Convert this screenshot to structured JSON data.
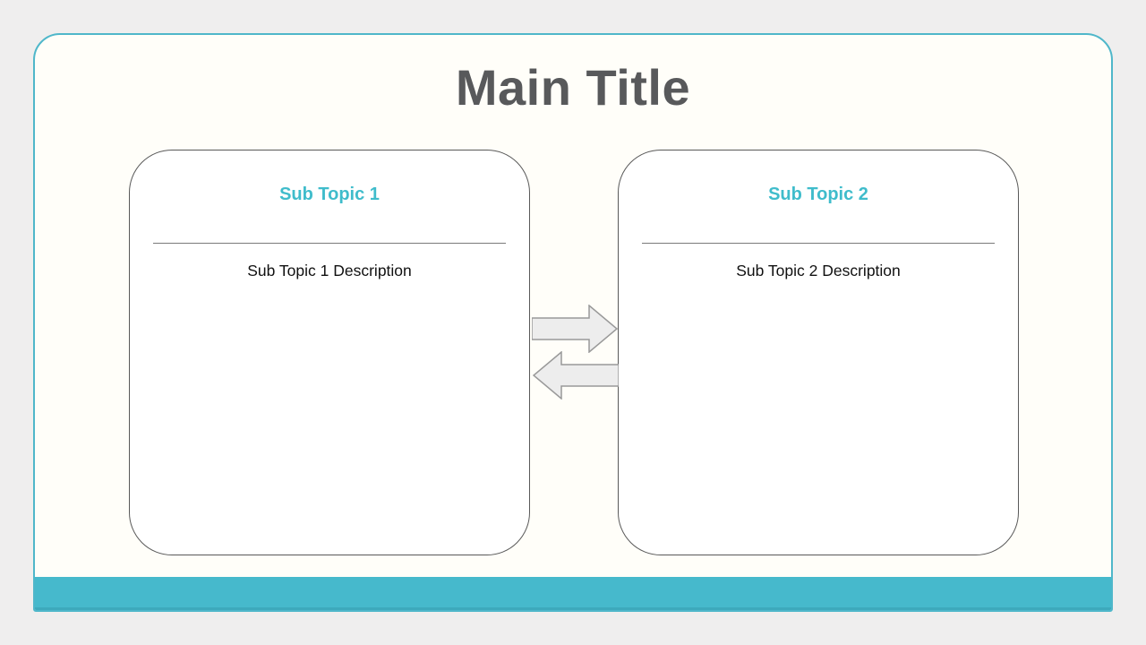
{
  "slide": {
    "title": "Main Title",
    "topics": [
      {
        "title": "Sub Topic 1",
        "description": "Sub Topic 1 Description"
      },
      {
        "title": "Sub Topic 2",
        "description": "Sub Topic 2 Description"
      }
    ],
    "connectors": [
      "arrow-right",
      "arrow-left"
    ],
    "colors": {
      "accent_teal": "#46b9cc",
      "card_border_teal": "#4fb7ca",
      "subtopic_title_teal": "#3fbccb",
      "main_title_gray": "#58595b",
      "box_border_gray": "#595959",
      "divider_gray": "#7a7a7a",
      "arrow_fill": "#ededed",
      "arrow_stroke": "#999999",
      "page_background": "#efeeee",
      "card_background": "#fffef9"
    }
  }
}
